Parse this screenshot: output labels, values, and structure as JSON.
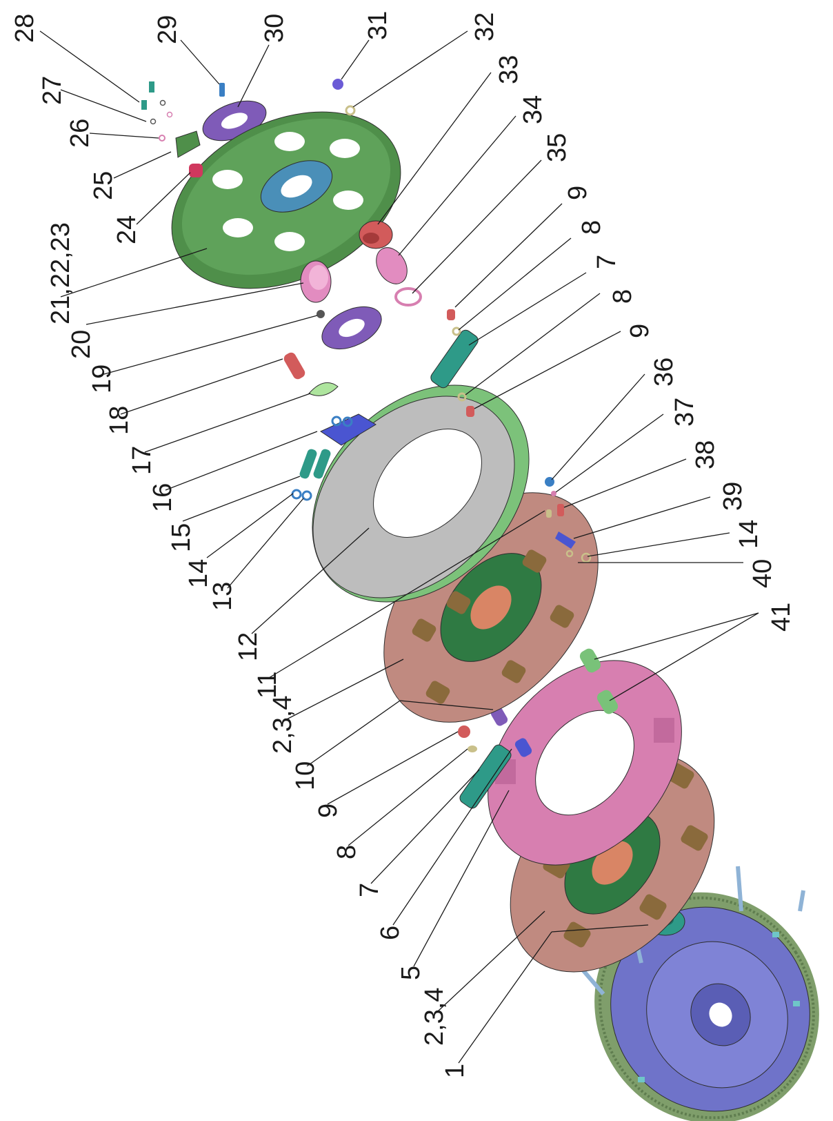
{
  "diagram": {
    "callouts": [
      {
        "id": "c28",
        "text": "28"
      },
      {
        "id": "c29",
        "text": "29"
      },
      {
        "id": "c30",
        "text": "30"
      },
      {
        "id": "c31",
        "text": "31"
      },
      {
        "id": "c32",
        "text": "32"
      },
      {
        "id": "c33",
        "text": "33"
      },
      {
        "id": "c34",
        "text": "34"
      },
      {
        "id": "c35",
        "text": "35"
      },
      {
        "id": "c9a",
        "text": "9"
      },
      {
        "id": "c8a",
        "text": "8"
      },
      {
        "id": "c7a",
        "text": "7"
      },
      {
        "id": "c8b",
        "text": "8"
      },
      {
        "id": "c9b",
        "text": "9"
      },
      {
        "id": "c36",
        "text": "36"
      },
      {
        "id": "c37",
        "text": "37"
      },
      {
        "id": "c38",
        "text": "38"
      },
      {
        "id": "c39",
        "text": "39"
      },
      {
        "id": "c14a",
        "text": "14"
      },
      {
        "id": "c40",
        "text": "40"
      },
      {
        "id": "c41",
        "text": "41"
      },
      {
        "id": "c27",
        "text": "27"
      },
      {
        "id": "c26",
        "text": "26"
      },
      {
        "id": "c25",
        "text": "25"
      },
      {
        "id": "c24",
        "text": "24"
      },
      {
        "id": "c21",
        "text": "21,22,23"
      },
      {
        "id": "c20",
        "text": "20"
      },
      {
        "id": "c19",
        "text": "19"
      },
      {
        "id": "c18",
        "text": "18"
      },
      {
        "id": "c17",
        "text": "17"
      },
      {
        "id": "c16",
        "text": "16"
      },
      {
        "id": "c15",
        "text": "15"
      },
      {
        "id": "c14b",
        "text": "14"
      },
      {
        "id": "c13",
        "text": "13"
      },
      {
        "id": "c12",
        "text": "12"
      },
      {
        "id": "c11",
        "text": "11"
      },
      {
        "id": "c234a",
        "text": "2,3,4"
      },
      {
        "id": "c10",
        "text": "10"
      },
      {
        "id": "c9c",
        "text": "9"
      },
      {
        "id": "c8c",
        "text": "8"
      },
      {
        "id": "c7b",
        "text": "7"
      },
      {
        "id": "c6",
        "text": "6"
      },
      {
        "id": "c5",
        "text": "5"
      },
      {
        "id": "c234b",
        "text": "2,3,4"
      },
      {
        "id": "c1",
        "text": "1"
      }
    ]
  },
  "colors": {
    "flywheel": "#6f73c9",
    "ring_gear": "#8fb07a",
    "friction_disc": "#b97f74",
    "friction_pad": "#8a6a3c",
    "hub": "#2f7a43",
    "pressure_plate_pink": "#d77fb0",
    "pressure_plate_grey": "#b9b9b9",
    "cover_green": "#4f8f4a",
    "cover_light_green": "#7cc27a",
    "hub_blue": "#4a8fb8",
    "strap_teal": "#2e9a88",
    "spring_pink": "#e28cc0",
    "red_parts": "#d25b5b",
    "purple_washer": "#7f5bb8",
    "lever_blue": "#4a55d1",
    "bushing_green": "#79c279"
  }
}
